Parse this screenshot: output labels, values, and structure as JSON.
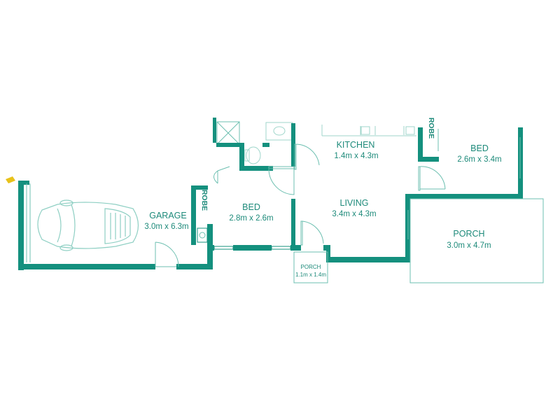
{
  "rooms": {
    "garage": {
      "name": "GARAGE",
      "dims": "3.0m x 6.3m"
    },
    "bed1": {
      "name": "BED",
      "dims": "2.8m x 2.6m"
    },
    "kitchen": {
      "name": "KITCHEN",
      "dims": "1.4m x 4.3m"
    },
    "living": {
      "name": "LIVING",
      "dims": "3.4m x 4.3m"
    },
    "bed2": {
      "name": "BED",
      "dims": "2.6m x 3.4m"
    },
    "porch_main": {
      "name": "PORCH",
      "dims": "3.0m x 4.7m"
    },
    "porch_small": {
      "name": "PORCH",
      "dims": "1.1m x 1.4m"
    }
  },
  "robes": {
    "left": "ROBE",
    "right": "ROBE"
  },
  "colors": {
    "wall": "#14907e",
    "text": "#1d8a7a",
    "light_line": "#6cbfb0",
    "marker": "#e8c21a"
  }
}
